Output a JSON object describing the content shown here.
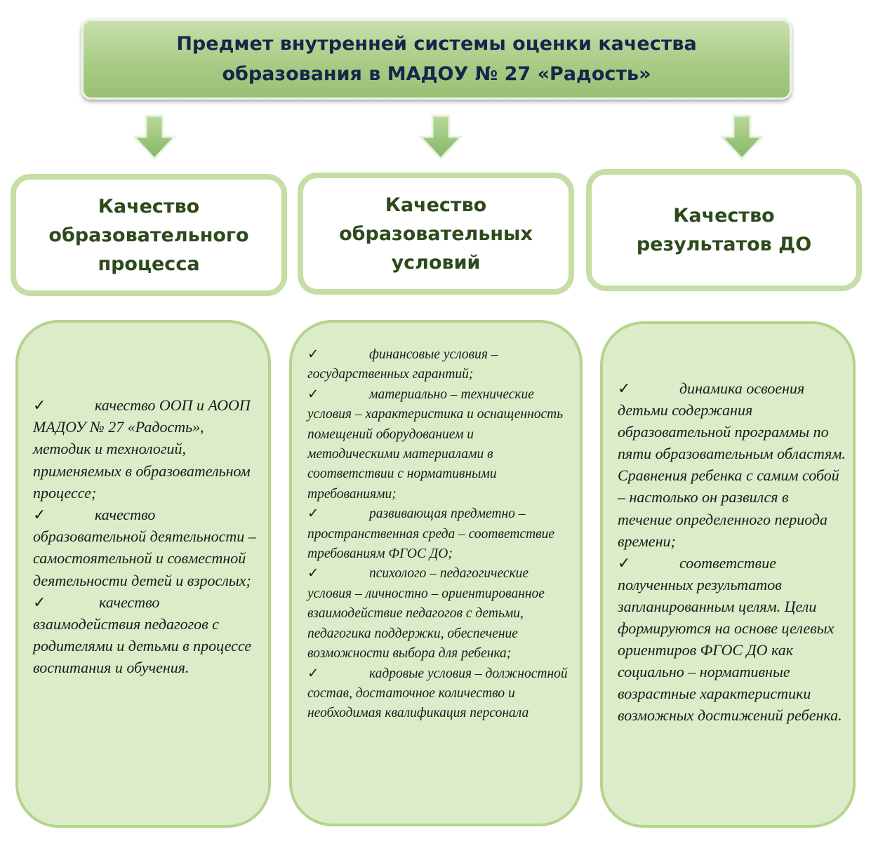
{
  "title": "Предмет внутренней системы оценки качества образования в МАДОУ № 27 «Радость»",
  "check_mark": "✓",
  "columns": [
    {
      "header": "Качество образовательного процесса",
      "items": [
        "качество ООП и АООП МАДОУ № 27 «Радость», методик и технологий, применяемых в образовательном процессе;",
        "качество образовательной деятельности – самостоятельной и совместной деятельности детей и взрослых;",
        "качество взаимодействия педагогов с родителями и детьми в процессе воспитания и обучения."
      ]
    },
    {
      "header": "Качество образовательных условий",
      "items": [
        "финансовые условия – государственных гарантий;",
        "материально – технические условия – характеристика и оснащенность помещений оборудованием и методическими материалами в соответствии с нормативными требованиями;",
        "развивающая предметно – пространственная среда – соответствие требованиям ФГОС ДО;",
        "психолого – педагогические условия – личностно – ориентированное взаимодействие педагогов с детьми, педагогика поддержки, обеспечение возможности выбора для ребенка;",
        "кадровые условия – должностной состав, достаточное количество и необходимая квалификация персонала"
      ]
    },
    {
      "header": "Качество результатов ДО",
      "items": [
        "динамика освоения детьми содержания образовательной программы по пяти образовательным областям. Сравнения ребенка с самим собой – настолько он развился в течение определенного периода времени;",
        "соответствие полученных результатов запланированным целям. Цели формируются на основе целевых ориентиров ФГОС ДО как социально – нормативные возрастные характеристики возможных достижений ребенка."
      ]
    }
  ],
  "colors": {
    "title_text": "#17264a",
    "header_text": "#2d4a1c",
    "header_border": "#c4dea4",
    "content_fill": "#dcecc8",
    "content_border": "#b4d48e",
    "arrow_fill": "#9bc77a"
  }
}
